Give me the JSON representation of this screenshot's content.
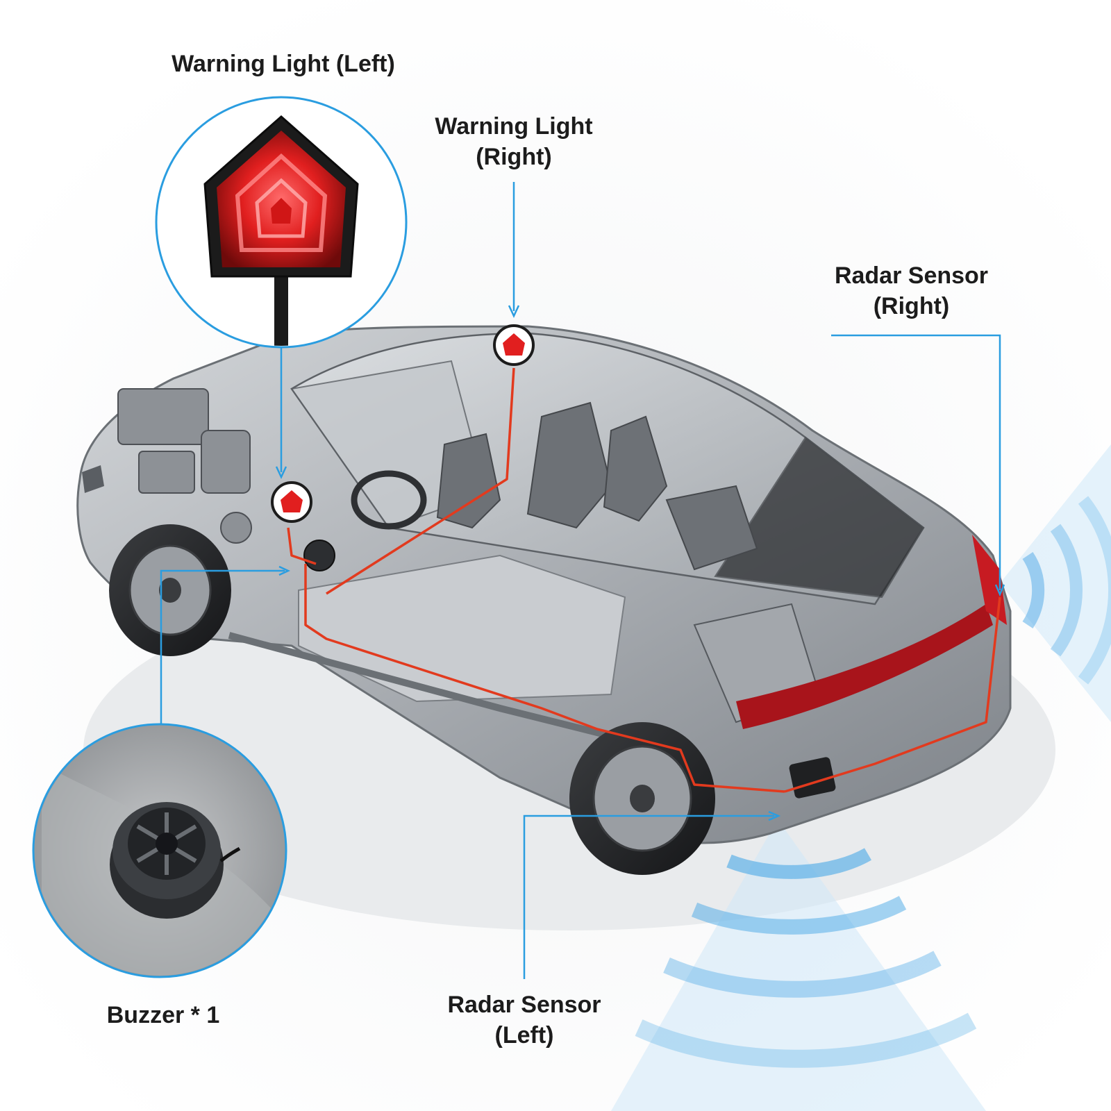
{
  "diagram": {
    "labels": {
      "warning_light_left": {
        "line1": "Warning Light (Left)"
      },
      "warning_light_right": {
        "line1": "Warning Light",
        "line2": "(Right)"
      },
      "radar_sensor_right": {
        "line1": "Radar Sensor",
        "line2": "(Right)"
      },
      "radar_sensor_left": {
        "line1": "Radar Sensor",
        "line2": "(Left)"
      },
      "buzzer": {
        "line1": "Buzzer * 1"
      }
    },
    "colors": {
      "callout_line": "#2a9de0",
      "wiring": "#e23a1e",
      "warning_light": "#e11f1f",
      "radar_wave": "#4aa8e6",
      "car_body": "#b9bcc0"
    },
    "icons": [
      "warning-light-icon",
      "buzzer-icon",
      "radar-sensor-icon",
      "car-icon"
    ]
  }
}
